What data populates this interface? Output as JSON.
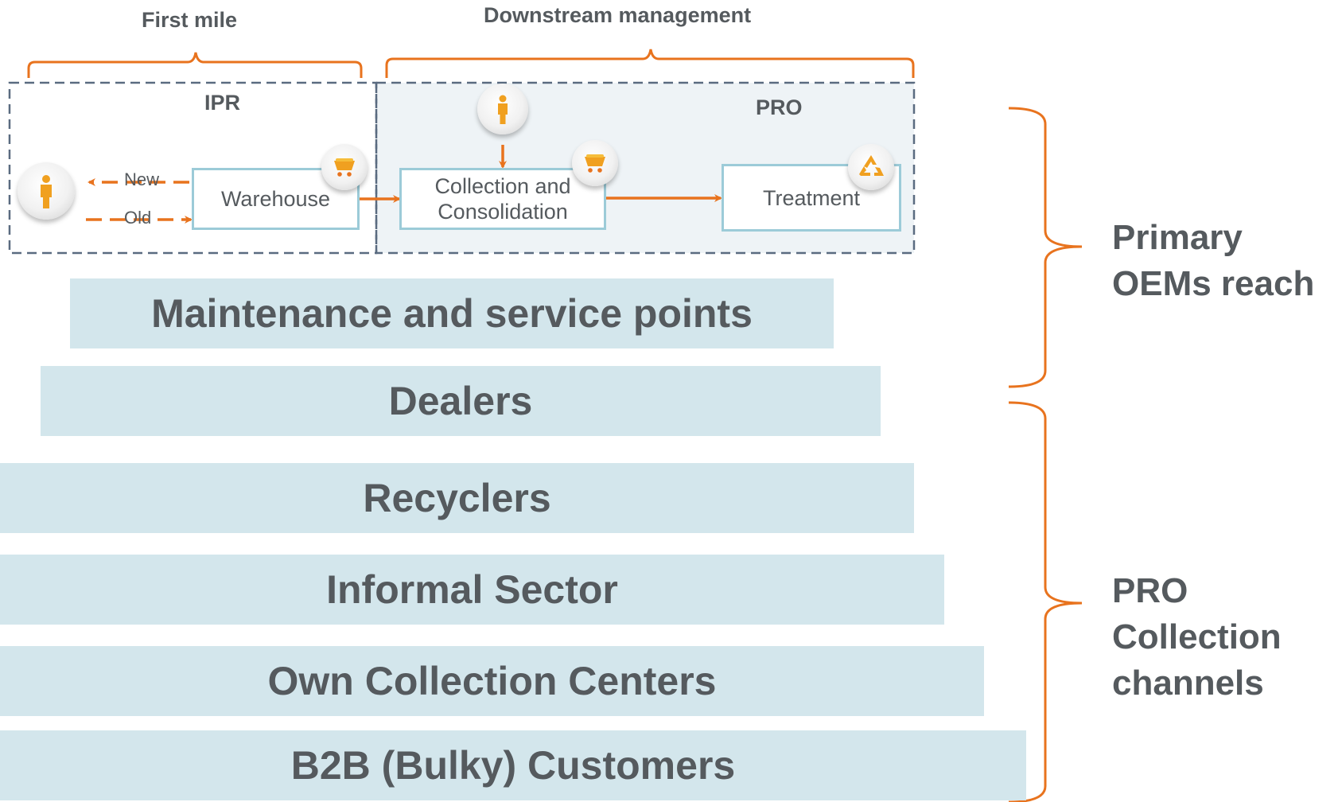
{
  "headers": {
    "first_mile": "First mile",
    "downstream": "Downstream management"
  },
  "zones": {
    "ipr": "IPR",
    "pro": "PRO"
  },
  "flow": {
    "new_label": "New",
    "old_label": "Old",
    "warehouse": "Warehouse",
    "collection_line1": "Collection and",
    "collection_line2": "Consolidation",
    "treatment": "Treatment"
  },
  "icons": [
    "person-icon",
    "cart-icon",
    "recycle-icon"
  ],
  "colors": {
    "accent": "#e8731e",
    "bar_fill": "#d3e6ec",
    "box_border": "#9ccbd8",
    "text": "#555a5e",
    "dash": "#5a6b80",
    "pro_zone_fill": "#eef3f6"
  },
  "channels": [
    "Maintenance and service points",
    "Dealers",
    "Recyclers",
    "Informal Sector",
    "Own Collection Centers",
    "B2B (Bulky) Customers"
  ],
  "side_labels": {
    "primary": "Primary\nOEMs reach",
    "pro_channels": "PRO\nCollection\nchannels"
  }
}
